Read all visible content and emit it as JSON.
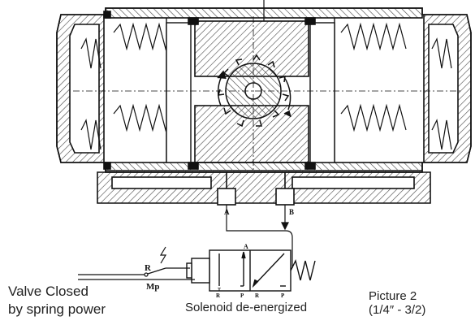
{
  "caption_left": {
    "line1": "Valve Closed",
    "line2": "by spring power"
  },
  "caption_center": "Solenoid de-energized",
  "caption_right": {
    "line1": "Picture 2",
    "line2": "(1/4″ - 3/2)"
  },
  "port_labels": {
    "a": "A",
    "b": "B"
  },
  "solenoid_labels": {
    "r": "R",
    "mp": "Mp",
    "valve_a": "A",
    "valve_r": "R",
    "valve_p": "P",
    "valve_t": "T",
    "valve_r2": "R",
    "valve_p2": "P"
  },
  "colors": {
    "ink": "#111111",
    "hatch": "#444444",
    "background": "#ffffff"
  },
  "icons": [
    "lightning-icon",
    "spring-icon",
    "rotation-arrow-icon"
  ]
}
